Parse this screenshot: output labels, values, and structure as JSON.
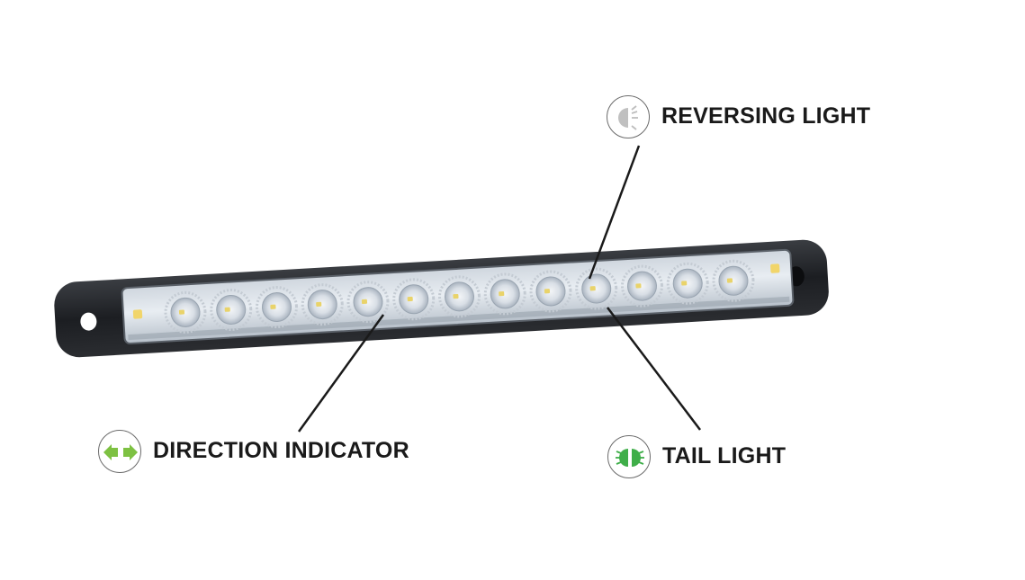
{
  "diagram": {
    "subject": "LED rear combination light bar",
    "led_count": 13,
    "callouts": [
      {
        "id": "reversing",
        "label": "REVERSING LIGHT",
        "icon": "reversing-light-icon",
        "icon_color": "#c0c0c0"
      },
      {
        "id": "direction",
        "label": "DIRECTION INDICATOR",
        "icon": "direction-indicator-icon",
        "icon_color": "#7dc142"
      },
      {
        "id": "tail",
        "label": "TAIL LIGHT",
        "icon": "tail-light-icon",
        "icon_color": "#3fae49"
      }
    ]
  }
}
